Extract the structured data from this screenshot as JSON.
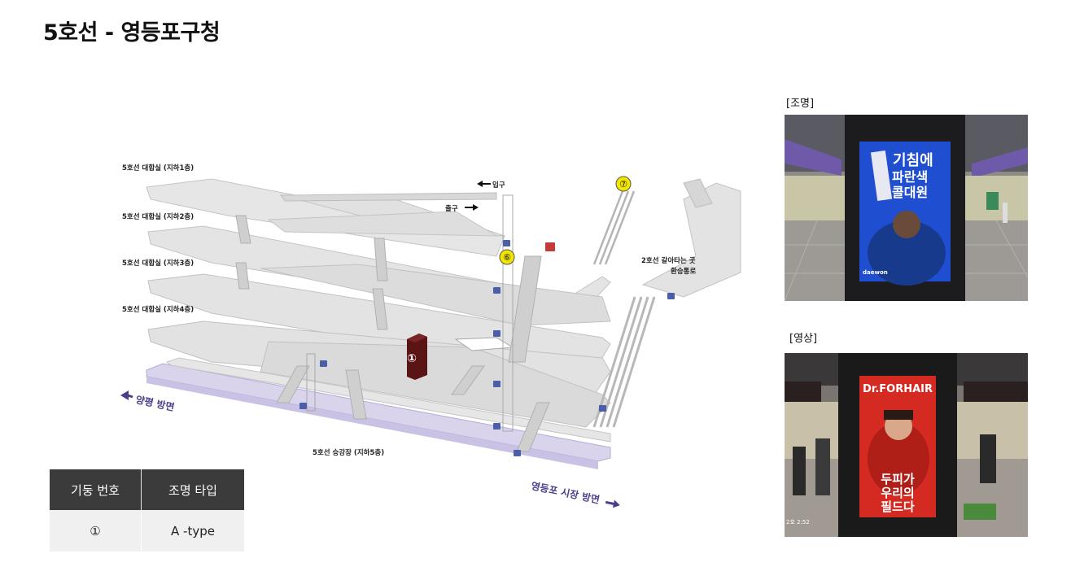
{
  "page": {
    "title": "5호선 - 영등포구청"
  },
  "map": {
    "floors": [
      "5호선 대합실 (지하1층)",
      "5호선 대합실 (지하2층)",
      "5호선 대합실 (지하3층)",
      "5호선 대합실 (지하4층)"
    ],
    "platform": "5호선 승강장 (지하5층)",
    "entrance": "입구",
    "exit": "출구",
    "transfer_line1": "2호선 갈아타는 곳",
    "transfer_line2": "환승통로",
    "dir_left": "양평 방면",
    "dir_right": "영등포 시장 방면",
    "exit_numbers": [
      "⑦",
      "⑥"
    ],
    "pillar_marker": "①"
  },
  "table": {
    "headers": [
      "기둥 번호",
      "조명 타입"
    ],
    "rows": [
      {
        "pillar": "①",
        "type": "A -type"
      }
    ]
  },
  "photos": {
    "lighting": {
      "label": "[조명]",
      "ad_lines": [
        "기침에",
        "파란색",
        "콜대원"
      ],
      "brand": "daewon"
    },
    "video": {
      "label": "[영상]",
      "brand": "Dr.FORHAIR",
      "ad_lines": [
        "두피가",
        "우리의",
        "필드다"
      ],
      "timestamp": "2호 2:52"
    }
  },
  "colors": {
    "slab": "#e3e3e3",
    "slab_edge": "#bdbdbd",
    "platform": "#d9d4ec",
    "direction": "#4a3f8c",
    "marker": "#4a0f0f",
    "exit_badge": "#f2e600",
    "header_bg": "#3b3b3b"
  }
}
